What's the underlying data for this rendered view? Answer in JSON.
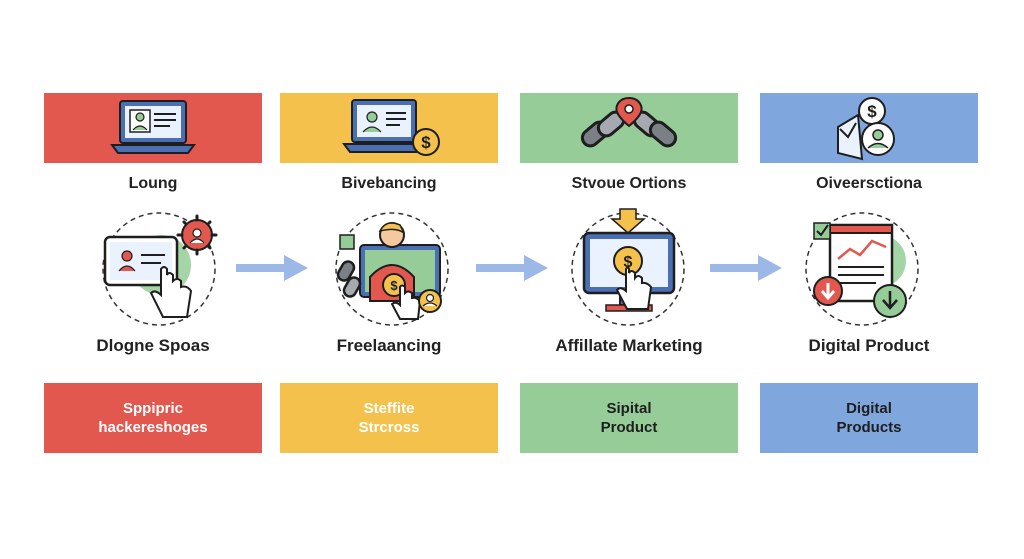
{
  "colors": {
    "red": "#e2584f",
    "yellow": "#f4c24c",
    "green": "#95cc98",
    "blue": "#7fa6dd",
    "arrow": "#9bb8e6"
  },
  "stages": [
    {
      "top_icon": "laptop-profile-icon",
      "top_label": "Loung",
      "hub_icon": "tablet-tap-icon",
      "main_label": "Dlogne Spoas",
      "bottom_lines": [
        "Sppipric",
        "hackereshoges"
      ]
    },
    {
      "top_icon": "laptop-dollar-icon",
      "top_label": "Bivebancing",
      "hub_icon": "freelancer-icon",
      "main_label": "Freelaancing",
      "bottom_lines": [
        "Steffite",
        "Strcross"
      ]
    },
    {
      "top_icon": "chain-link-icon",
      "top_label": "Stvoue Ortions",
      "hub_icon": "monitor-coin-icon",
      "main_label": "Affillate Marketing",
      "bottom_lines": [
        "Sipital",
        "Product"
      ]
    },
    {
      "top_icon": "dollar-profile-icon",
      "top_label": "Oiveersctiona",
      "hub_icon": "digital-document-icon",
      "main_label": "Digital Product",
      "bottom_lines": [
        "Digital",
        "Products"
      ]
    }
  ]
}
